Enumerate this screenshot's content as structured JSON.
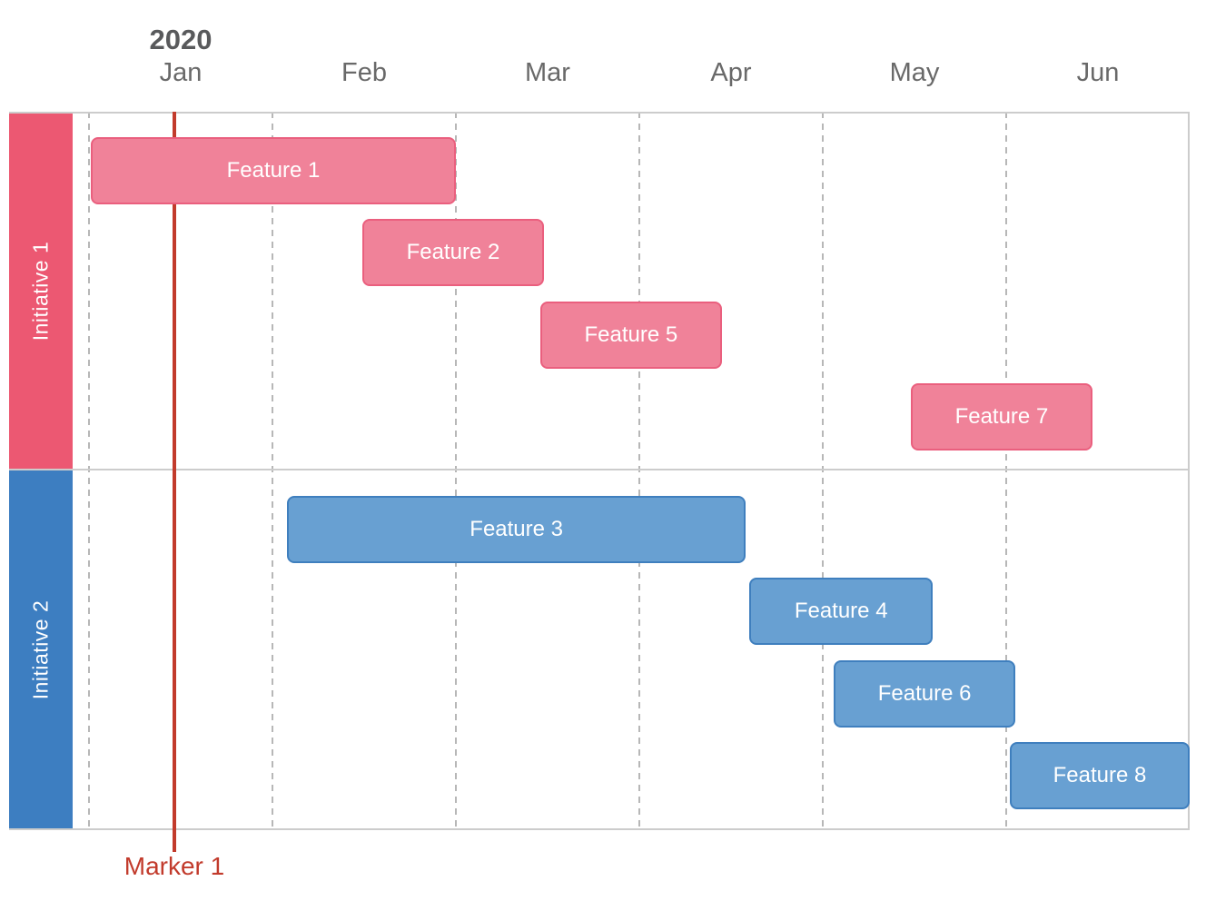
{
  "header": {
    "year": "2020",
    "months": [
      "Jan",
      "Feb",
      "Mar",
      "Apr",
      "May",
      "Jun"
    ]
  },
  "marker": {
    "label": "Marker 1",
    "month_position": 0.465,
    "color": "#c23b2c"
  },
  "chart_data": {
    "type": "gantt",
    "title": "2020",
    "x_axis": {
      "unit": "months",
      "tick_labels": [
        "Jan",
        "Feb",
        "Mar",
        "Apr",
        "May",
        "Jun"
      ],
      "range_months": [
        0,
        6
      ],
      "note": "0 = start of Jan 2020, 6 = end of Jun 2020; gridlines dashed at each month start"
    },
    "grid": "dashed vertical month lines",
    "lanes": [
      {
        "label": "Initiative 1",
        "sidebar_color": "#ec5872",
        "bar_fill": "#f08299",
        "bar_border": "#ea5f7e",
        "bars": [
          {
            "label": "Feature 1",
            "start_month": 0.01,
            "end_month": 2.0,
            "row": 0
          },
          {
            "label": "Feature 2",
            "start_month": 1.49,
            "end_month": 2.48,
            "row": 1
          },
          {
            "label": "Feature 5",
            "start_month": 2.46,
            "end_month": 3.45,
            "row": 2
          },
          {
            "label": "Feature 7",
            "start_month": 4.48,
            "end_month": 5.47,
            "row": 3
          }
        ]
      },
      {
        "label": "Initiative 2",
        "sidebar_color": "#3d7ec1",
        "bar_fill": "#68a0d2",
        "bar_border": "#3f7fbe",
        "bars": [
          {
            "label": "Feature 3",
            "start_month": 1.08,
            "end_month": 3.58,
            "row": 0
          },
          {
            "label": "Feature 4",
            "start_month": 3.6,
            "end_month": 4.6,
            "row": 1
          },
          {
            "label": "Feature 6",
            "start_month": 4.06,
            "end_month": 5.05,
            "row": 2
          },
          {
            "label": "Feature 8",
            "start_month": 5.02,
            "end_month": 6.0,
            "row": 3
          }
        ]
      }
    ],
    "marker": {
      "label": "Marker 1",
      "month_position": 0.465
    },
    "legend": "none"
  },
  "colors": {
    "grid_dash": "#b7b7b7",
    "chart_border": "#cccccc",
    "month_text": "#696969",
    "year_text": "#595a5c",
    "bar_text": "#ffffff",
    "marker": "#c23b2c"
  }
}
